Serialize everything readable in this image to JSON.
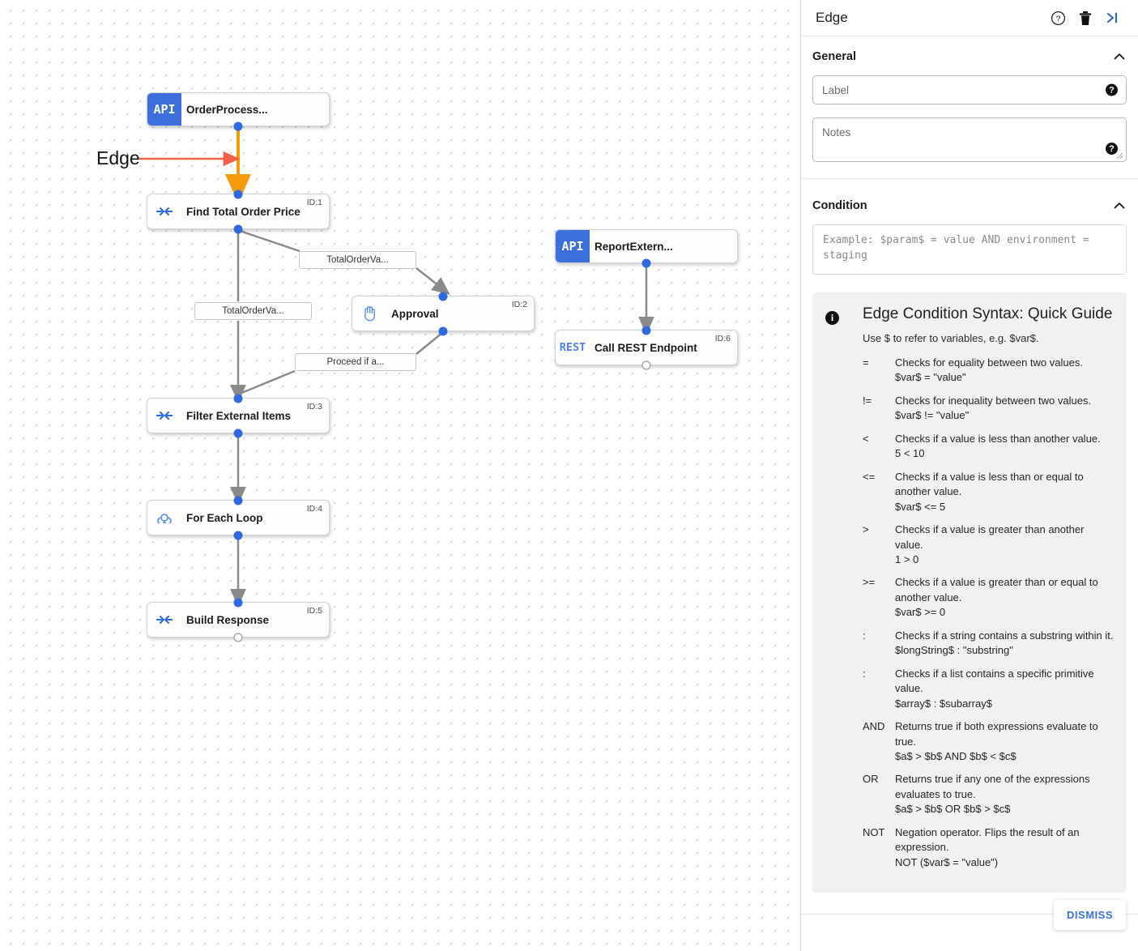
{
  "canvas": {
    "annotation": {
      "text": "Edge",
      "arrow_color": "#f2604a"
    },
    "nodes": [
      {
        "id": "n0",
        "type": "api",
        "icon": "API",
        "label": "OrderProcess...",
        "idbadge": ""
      },
      {
        "id": "n1",
        "type": "flow",
        "icon": "merge-arrows-icon",
        "label": "Find Total Order Price",
        "idbadge": "ID:1"
      },
      {
        "id": "n2",
        "type": "flow",
        "icon": "hand-icon",
        "label": "Approval",
        "idbadge": "ID:2"
      },
      {
        "id": "n3",
        "type": "flow",
        "icon": "merge-arrows-icon",
        "label": "Filter External Items",
        "idbadge": "ID:3"
      },
      {
        "id": "n4",
        "type": "flow",
        "icon": "infinity-icon",
        "label": "For Each Loop",
        "idbadge": "ID:4"
      },
      {
        "id": "n5",
        "type": "flow",
        "icon": "merge-arrows-icon",
        "label": "Build Response",
        "idbadge": "ID:5"
      },
      {
        "id": "n6",
        "type": "api",
        "icon": "API",
        "label": "ReportExtern...",
        "idbadge": ""
      },
      {
        "id": "n7",
        "type": "rest",
        "icon": "REST",
        "label": "Call REST Endpoint",
        "idbadge": "ID:6"
      }
    ],
    "edge_labels": [
      {
        "id": "el1",
        "text": "TotalOrderVa..."
      },
      {
        "id": "el2",
        "text": "TotalOrderVa..."
      },
      {
        "id": "el3",
        "text": "Proceed if a..."
      }
    ]
  },
  "panel": {
    "title": "Edge",
    "header_icons": [
      {
        "name": "help-icon",
        "glyph": "?"
      },
      {
        "name": "delete-icon",
        "glyph": "trash"
      },
      {
        "name": "collapse-panel-icon",
        "glyph": ">|"
      }
    ],
    "general": {
      "title": "General",
      "label_field": {
        "placeholder": "Label",
        "value": ""
      },
      "notes_field": {
        "placeholder": "Notes",
        "value": ""
      }
    },
    "condition": {
      "title": "Condition",
      "placeholder": "Example: $param$ = value AND environment = staging",
      "value": ""
    },
    "guide": {
      "title": "Edge Condition Syntax: Quick Guide",
      "subtitle": "Use $ to refer to variables, e.g. $var$.",
      "rows": [
        {
          "op": "=",
          "desc": "Checks for equality between two values.",
          "example": "$var$ = \"value\""
        },
        {
          "op": "!=",
          "desc": "Checks for inequality between two values.",
          "example": "$var$ != \"value\""
        },
        {
          "op": "<",
          "desc": "Checks if a value is less than another value.",
          "example": "5 < 10"
        },
        {
          "op": "<=",
          "desc": "Checks if a value is less than or equal to another value.",
          "example": "$var$ <= 5"
        },
        {
          "op": ">",
          "desc": "Checks if a value is greater than another value.",
          "example": "1 > 0"
        },
        {
          "op": ">=",
          "desc": "Checks if a value is greater than or equal to another value.",
          "example": "$var$ >= 0"
        },
        {
          "op": ":",
          "desc": "Checks if a string contains a substring within it.",
          "example": "$longString$ : \"substring\""
        },
        {
          "op": ":",
          "desc": "Checks if a list contains a specific primitive value.",
          "example": "$array$ : $subarray$"
        },
        {
          "op": "AND",
          "desc": "Returns true if both expressions evaluate to true.",
          "example": "$a$ > $b$ AND $b$ < $c$"
        },
        {
          "op": "OR",
          "desc": "Returns true if any one of the expressions evaluates to true.",
          "example": "$a$ > $b$ OR $b$ > $c$"
        },
        {
          "op": "NOT",
          "desc": "Negation operator. Flips the result of an expression.",
          "example": "NOT ($var$ = \"value\")"
        }
      ]
    },
    "footer": {
      "dismiss_label": "DISMISS"
    }
  },
  "colors": {
    "accent_blue": "#2d6ae0",
    "api_blue": "#3d6fdc",
    "annotation_red": "#f2604a",
    "edge_orange": "#f49a0b",
    "edge_gray": "#8a8a8a",
    "link_blue": "#3a6ff0"
  }
}
